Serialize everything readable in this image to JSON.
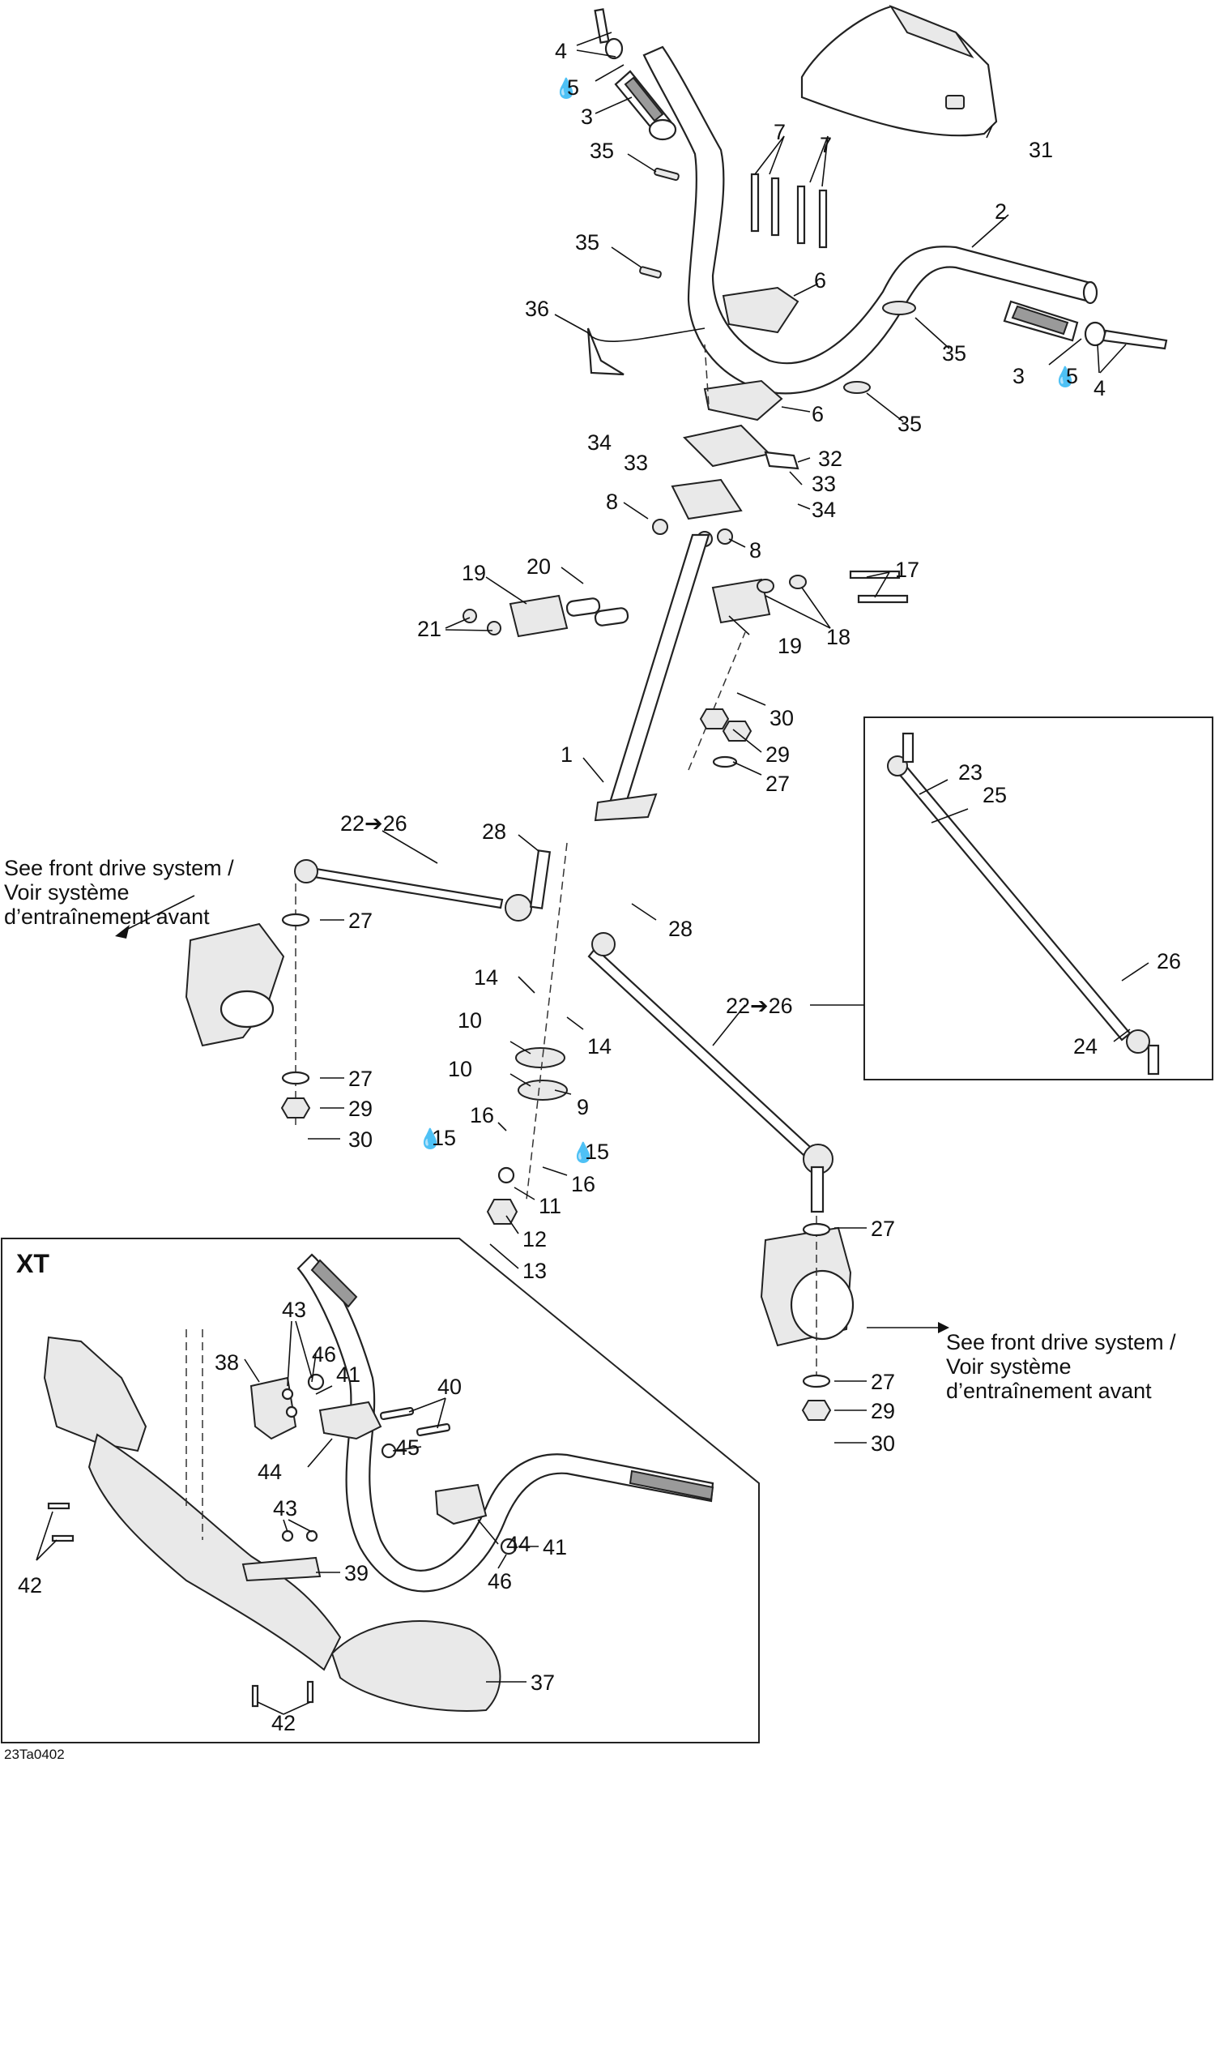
{
  "diagram": {
    "code": "23Ta0402",
    "xt_title": "XT",
    "note_left": [
      "See front drive system /",
      "Voir système",
      "d’entraînement avant"
    ],
    "note_right": [
      "See front drive system /",
      "Voir système",
      "d’entraînement avant"
    ],
    "drop_icon": "💧",
    "callouts": {
      "c1": "1",
      "c2": "2",
      "c3a": "3",
      "c3b": "3",
      "c4a": "4",
      "c4b": "4",
      "c5a": "5",
      "c5b": "5",
      "c6a": "6",
      "c6b": "6",
      "c7a": "7",
      "c7b": "7",
      "c8a": "8",
      "c8b": "8",
      "c9": "9",
      "c10a": "10",
      "c10b": "10",
      "c11": "11",
      "c12": "12",
      "c13": "13",
      "c14a": "14",
      "c14b": "14",
      "c15a": "15",
      "c15b": "15",
      "c16a": "16",
      "c16b": "16",
      "c17": "17",
      "c18": "18",
      "c19a": "19",
      "c19b": "19",
      "c20": "20",
      "c21": "21",
      "c22a": "22➔26",
      "c22b": "22➔26",
      "c23": "23",
      "c24": "24",
      "c25": "25",
      "c26": "26",
      "c27a": "27",
      "c27b": "27",
      "c27c": "27",
      "c27d": "27",
      "c27e": "27",
      "c28a": "28",
      "c28b": "28",
      "c29a": "29",
      "c29b": "29",
      "c29c": "29",
      "c30a": "30",
      "c30b": "30",
      "c30c": "30",
      "c31": "31",
      "c32": "32",
      "c33a": "33",
      "c33b": "33",
      "c34a": "34",
      "c34b": "34",
      "c35a": "35",
      "c35b": "35",
      "c35c": "35",
      "c35d": "35",
      "c36": "36",
      "c37": "37",
      "c38": "38",
      "c39": "39",
      "c40": "40",
      "c41a": "41",
      "c41b": "41",
      "c42a": "42",
      "c42b": "42",
      "c43a": "43",
      "c43b": "43",
      "c44a": "44",
      "c44b": "44",
      "c45": "45",
      "c46a": "46",
      "c46b": "46"
    }
  }
}
